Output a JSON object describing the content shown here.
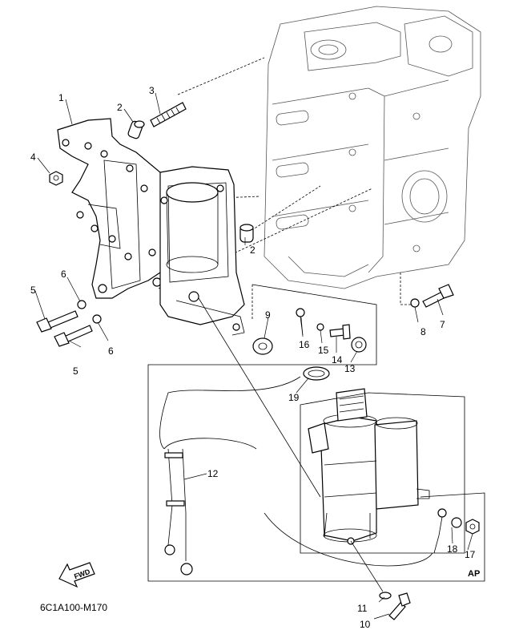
{
  "diagram": {
    "code": "6C1A100-M170",
    "fwd_label": "FWD",
    "ap_label": "AP",
    "callouts": [
      "1",
      "2",
      "3",
      "4",
      "5",
      "6",
      "2",
      "5",
      "6",
      "7",
      "8",
      "9",
      "16",
      "15",
      "14",
      "13",
      "19",
      "12",
      "18",
      "17",
      "11",
      "10"
    ]
  }
}
